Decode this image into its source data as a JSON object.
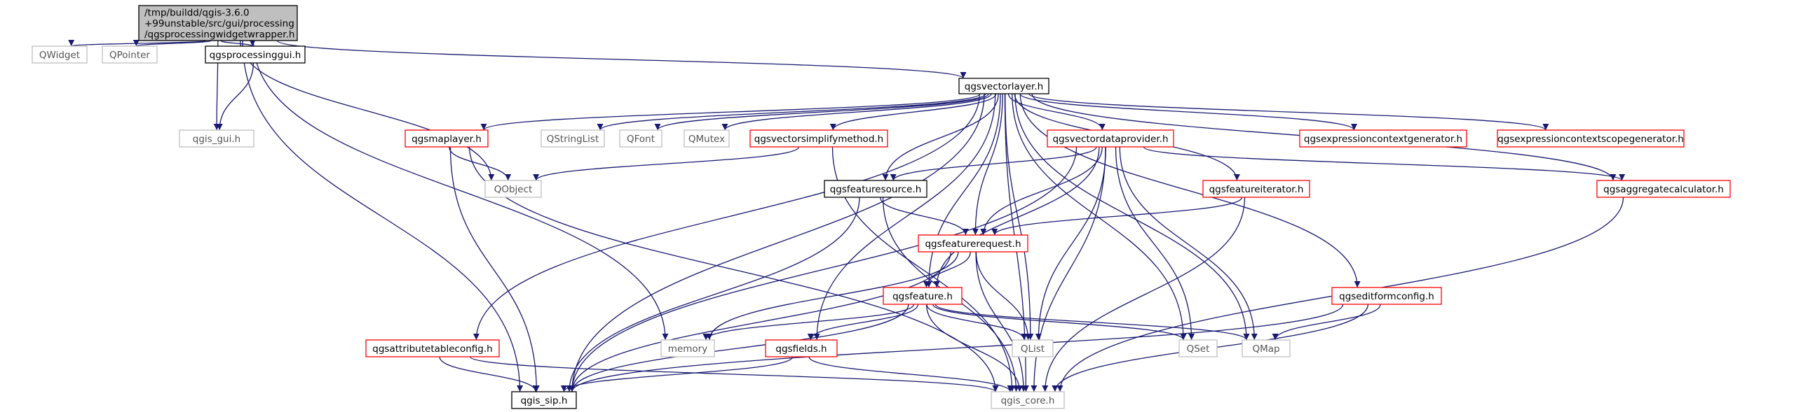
{
  "palette": {
    "edge": "#191970",
    "border_black": "#000000",
    "border_red": "#ff0000",
    "border_gray": "#bfbfbf",
    "fill_root": "#bfbfbf",
    "fill_default": "#ffffff"
  },
  "nodes": [
    {
      "id": "root",
      "lines": [
        "/tmp/buildd/qgis-3.6.0",
        "+99unstable/src/gui/processing",
        "/qgsprocessingwidgetwrapper.h"
      ],
      "style": "root"
    },
    {
      "id": "qwidget",
      "lines": [
        "QWidget"
      ],
      "style": "gray"
    },
    {
      "id": "qpointer",
      "lines": [
        "QPointer"
      ],
      "style": "gray"
    },
    {
      "id": "qgsprocessinggui",
      "lines": [
        "qgsprocessinggui.h"
      ],
      "style": "black"
    },
    {
      "id": "qgis_gui",
      "lines": [
        "qgis_gui.h"
      ],
      "style": "gray"
    },
    {
      "id": "qgsvectorlayer",
      "lines": [
        "qgsvectorlayer.h"
      ],
      "style": "black"
    },
    {
      "id": "qgsmaplayer",
      "lines": [
        "qgsmaplayer.h"
      ],
      "style": "red"
    },
    {
      "id": "qstringlist",
      "lines": [
        "QStringList"
      ],
      "style": "gray"
    },
    {
      "id": "qfont",
      "lines": [
        "QFont"
      ],
      "style": "gray"
    },
    {
      "id": "qmutex",
      "lines": [
        "QMutex"
      ],
      "style": "gray"
    },
    {
      "id": "qgsvectorsimplifymethod",
      "lines": [
        "qgsvectorsimplifymethod.h"
      ],
      "style": "red"
    },
    {
      "id": "qgsvectordataprovider",
      "lines": [
        "qgsvectordataprovider.h"
      ],
      "style": "red"
    },
    {
      "id": "qgsexpressioncontextgenerator",
      "lines": [
        "qgsexpressioncontextgenerator.h"
      ],
      "style": "red"
    },
    {
      "id": "qgsexpressioncontextscopegenerator",
      "lines": [
        "qgsexpressioncontextscopegenerator.h"
      ],
      "style": "red"
    },
    {
      "id": "qobject",
      "lines": [
        "QObject"
      ],
      "style": "gray"
    },
    {
      "id": "qgsfeaturesource",
      "lines": [
        "qgsfeaturesource.h"
      ],
      "style": "black"
    },
    {
      "id": "qgsfeatureiterator",
      "lines": [
        "qgsfeatureiterator.h"
      ],
      "style": "red"
    },
    {
      "id": "qgsaggregatecalculator",
      "lines": [
        "qgsaggregatecalculator.h"
      ],
      "style": "red"
    },
    {
      "id": "qgsfeaturerequest",
      "lines": [
        "qgsfeaturerequest.h"
      ],
      "style": "red"
    },
    {
      "id": "qgsfeature",
      "lines": [
        "qgsfeature.h"
      ],
      "style": "red"
    },
    {
      "id": "qgseditformconfig",
      "lines": [
        "qgseditformconfig.h"
      ],
      "style": "red"
    },
    {
      "id": "qgsattributetableconfig",
      "lines": [
        "qgsattributetableconfig.h"
      ],
      "style": "red"
    },
    {
      "id": "memory",
      "lines": [
        "memory"
      ],
      "style": "gray"
    },
    {
      "id": "qgsfields",
      "lines": [
        "qgsfields.h"
      ],
      "style": "red"
    },
    {
      "id": "qlist",
      "lines": [
        "QList"
      ],
      "style": "gray"
    },
    {
      "id": "qset",
      "lines": [
        "QSet"
      ],
      "style": "gray"
    },
    {
      "id": "qmap",
      "lines": [
        "QMap"
      ],
      "style": "gray"
    },
    {
      "id": "qgis_sip",
      "lines": [
        "qgis_sip.h"
      ],
      "style": "black"
    },
    {
      "id": "qgis_core",
      "lines": [
        "qgis_core.h"
      ],
      "style": "gray"
    }
  ],
  "edges": [
    [
      "root",
      "qwidget"
    ],
    [
      "root",
      "qpointer"
    ],
    [
      "root",
      "qgsprocessinggui"
    ],
    [
      "root",
      "qgis_gui"
    ],
    [
      "root",
      "qgsvectorlayer"
    ],
    [
      "root",
      "qobject"
    ],
    [
      "root",
      "memory"
    ],
    [
      "root",
      "qgis_sip"
    ],
    [
      "qgsprocessinggui",
      "qgis_gui"
    ],
    [
      "qgsvectorlayer",
      "qgsmaplayer"
    ],
    [
      "qgsvectorlayer",
      "qstringlist"
    ],
    [
      "qgsvectorlayer",
      "qfont"
    ],
    [
      "qgsvectorlayer",
      "qmutex"
    ],
    [
      "qgsvectorlayer",
      "qgsvectorsimplifymethod"
    ],
    [
      "qgsvectorlayer",
      "qgsvectordataprovider"
    ],
    [
      "qgsvectorlayer",
      "qgsexpressioncontextgenerator"
    ],
    [
      "qgsvectorlayer",
      "qgsexpressioncontextscopegenerator"
    ],
    [
      "qgsvectorlayer",
      "qgsfeaturesource"
    ],
    [
      "qgsvectorlayer",
      "qgsfeatureiterator"
    ],
    [
      "qgsvectorlayer",
      "qgsaggregatecalculator"
    ],
    [
      "qgsvectorlayer",
      "qgsfeaturerequest"
    ],
    [
      "qgsvectorlayer",
      "qgsfeature"
    ],
    [
      "qgsvectorlayer",
      "qgseditformconfig"
    ],
    [
      "qgsvectorlayer",
      "qgsattributetableconfig"
    ],
    [
      "qgsvectorlayer",
      "qgsfields"
    ],
    [
      "qgsvectorlayer",
      "qlist"
    ],
    [
      "qgsvectorlayer",
      "qset"
    ],
    [
      "qgsvectorlayer",
      "qmap"
    ],
    [
      "qgsvectorlayer",
      "qgis_sip"
    ],
    [
      "qgsvectorlayer",
      "qgis_core"
    ],
    [
      "qgsmaplayer",
      "qobject"
    ],
    [
      "qgsmaplayer",
      "qgis_sip"
    ],
    [
      "qgsmaplayer",
      "qgis_core"
    ],
    [
      "qgsvectorsimplifymethod",
      "qobject"
    ],
    [
      "qgsvectorsimplifymethod",
      "qgis_core"
    ],
    [
      "qgsvectordataprovider",
      "qgsfeaturesource"
    ],
    [
      "qgsvectordataprovider",
      "qgsfeaturerequest"
    ],
    [
      "qgsvectordataprovider",
      "qgsfeature"
    ],
    [
      "qgsvectordataprovider",
      "qgsaggregatecalculator"
    ],
    [
      "qgsvectordataprovider",
      "qlist"
    ],
    [
      "qgsvectordataprovider",
      "qset"
    ],
    [
      "qgsvectordataprovider",
      "qmap"
    ],
    [
      "qgsvectordataprovider",
      "qgis_sip"
    ],
    [
      "qgsvectordataprovider",
      "qgis_core"
    ],
    [
      "qgsfeaturesource",
      "qgsfeaturerequest"
    ],
    [
      "qgsfeaturesource",
      "qgis_sip"
    ],
    [
      "qgsfeaturesource",
      "qgis_core"
    ],
    [
      "qgsfeatureiterator",
      "qgsfeaturerequest"
    ],
    [
      "qgsfeatureiterator",
      "qgis_core"
    ],
    [
      "qgsaggregatecalculator",
      "qgis_core"
    ],
    [
      "qgsfeaturerequest",
      "qgsfeature"
    ],
    [
      "qgsfeaturerequest",
      "memory"
    ],
    [
      "qgsfeaturerequest",
      "qlist"
    ],
    [
      "qgsfeaturerequest",
      "qgis_sip"
    ],
    [
      "qgsfeaturerequest",
      "qgis_core"
    ],
    [
      "qgsfeature",
      "memory"
    ],
    [
      "qgsfeature",
      "qgsfields"
    ],
    [
      "qgsfeature",
      "qlist"
    ],
    [
      "qgsfeature",
      "qset"
    ],
    [
      "qgsfeature",
      "qmap"
    ],
    [
      "qgsfeature",
      "qgis_sip"
    ],
    [
      "qgsfeature",
      "qgis_core"
    ],
    [
      "qgseditformconfig",
      "qmap"
    ],
    [
      "qgseditformconfig",
      "qgis_sip"
    ],
    [
      "qgseditformconfig",
      "qgis_core"
    ],
    [
      "qgsattributetableconfig",
      "qgis_sip"
    ],
    [
      "qgsattributetableconfig",
      "qgis_core"
    ],
    [
      "qgsfields",
      "qgis_sip"
    ],
    [
      "qgsfields",
      "qgis_core"
    ]
  ]
}
